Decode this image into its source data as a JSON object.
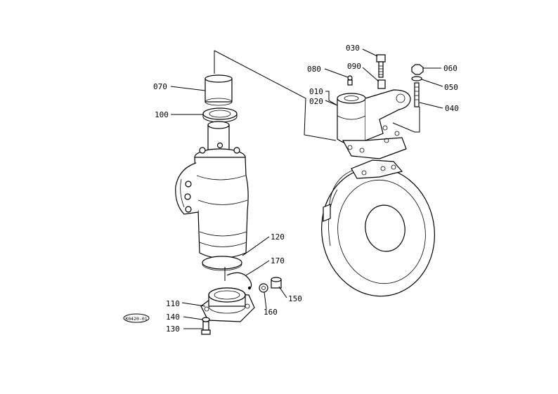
{
  "figure_code": "K0420-01",
  "callouts": [
    {
      "id": "030",
      "text": "030"
    },
    {
      "id": "060",
      "text": "060"
    },
    {
      "id": "080",
      "text": "080"
    },
    {
      "id": "090",
      "text": "090"
    },
    {
      "id": "050",
      "text": "050"
    },
    {
      "id": "070",
      "text": "070"
    },
    {
      "id": "010",
      "text": "010"
    },
    {
      "id": "020",
      "text": "020"
    },
    {
      "id": "040",
      "text": "040"
    },
    {
      "id": "100",
      "text": "100"
    },
    {
      "id": "120",
      "text": "120"
    },
    {
      "id": "170",
      "text": "170"
    },
    {
      "id": "150",
      "text": "150"
    },
    {
      "id": "110",
      "text": "110"
    },
    {
      "id": "160",
      "text": "160"
    },
    {
      "id": "140",
      "text": "140"
    },
    {
      "id": "130",
      "text": "130"
    }
  ]
}
